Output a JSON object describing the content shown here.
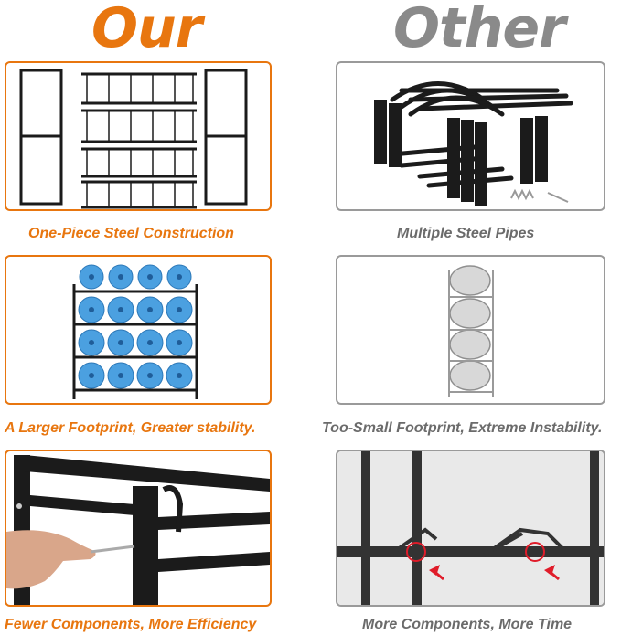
{
  "headings": {
    "our": "Our",
    "other": "Other"
  },
  "colors": {
    "our_accent": "#e8760f",
    "other_accent": "#8a8a8a",
    "rack": "#1b1b1b",
    "bottle": "#4ba0e0",
    "marker": "#e01c2a"
  },
  "rows": [
    {
      "our_caption": "One-Piece Steel Construction",
      "other_caption": "Multiple Steel Pipes"
    },
    {
      "our_caption": "A Larger Footprint, Greater stability.",
      "other_caption": "Too-Small Footprint, Extreme Instability."
    },
    {
      "our_caption": "Fewer Components, More Efficiency",
      "other_caption": "More Components, More Time"
    }
  ]
}
